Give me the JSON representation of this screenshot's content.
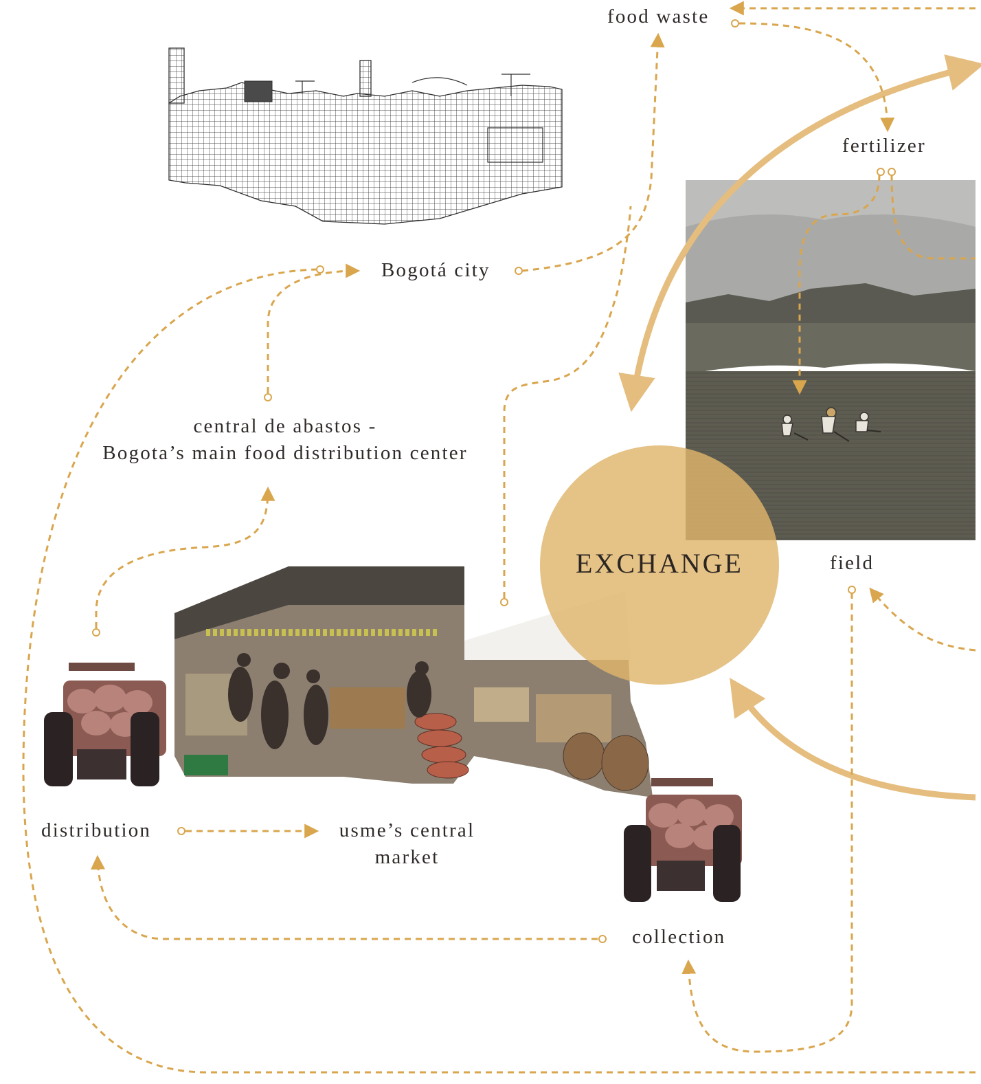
{
  "colors": {
    "accent": "#d9a64e",
    "accent_solid": "#e5bd7e",
    "text": "#2f2a28"
  },
  "nodes": {
    "food_waste": "food waste",
    "fertilizer": "fertilizer",
    "bogota_city": "Bogotá city",
    "central_abastos_line1": "central de abastos -",
    "central_abastos_line2": "Bogota’s main food distribution center",
    "exchange": "EXCHANGE",
    "field": "field",
    "distribution": "distribution",
    "usme_line1": "usme’s central",
    "usme_line2": "market",
    "collection": "collection"
  },
  "illustrations": {
    "city_sketch": "bogota-skyline-sketch",
    "field_photo": "farmers-working-field-photo",
    "market_photo": "market-stalls-produce-photo",
    "tractor": "tractor-loaded-with-sacks-icon"
  }
}
